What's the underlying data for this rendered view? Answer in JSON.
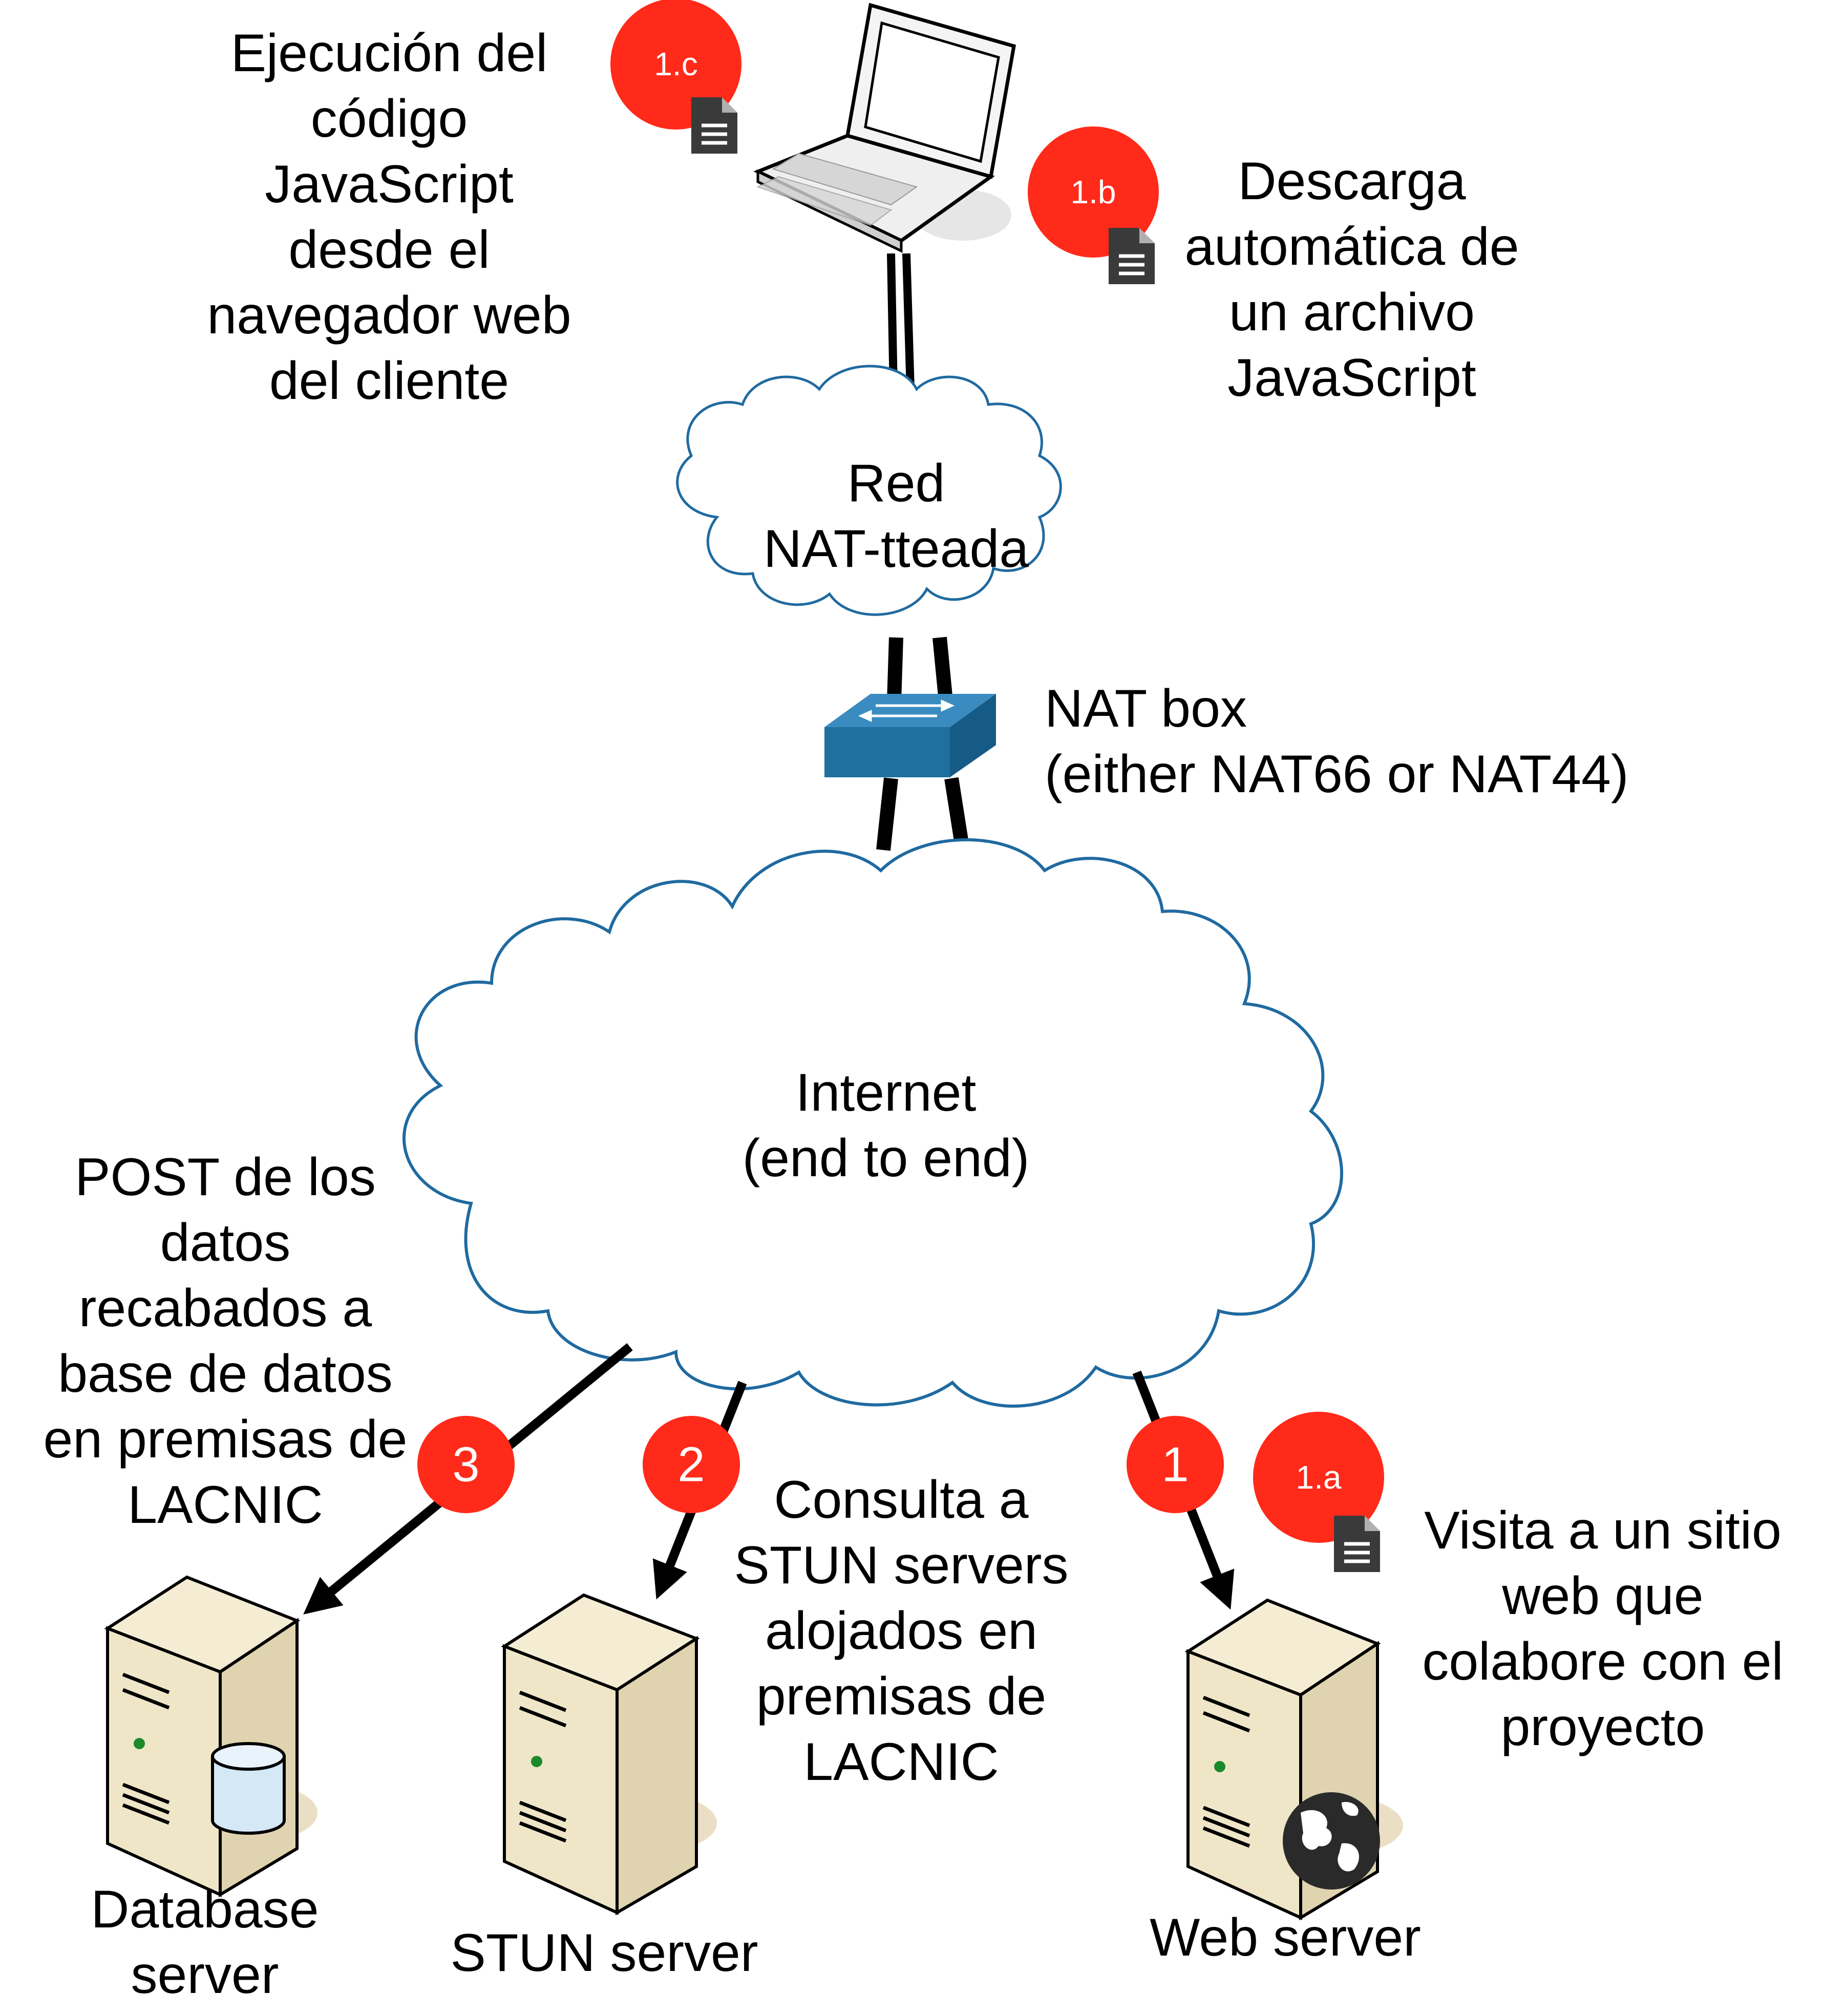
{
  "labels": {
    "exec_js": "Ejecución del\ncódigo\nJavaScript\ndesde el\nnavegador web\ndel cliente",
    "download_js": "Descarga\nautomática de\nun archivo\nJavaScript",
    "nat_net": "Red\nNAT-tteada",
    "nat_box": "NAT box\n(either NAT66 or NAT44)",
    "internet": "Internet\n(end to end)",
    "post": "POST de los\ndatos\nrecabados a\nbase de datos\nen premisas de\nLACNIC",
    "stun_query": "Consulta a\nSTUN servers\nalojados en\npremisas de\nLACNIC",
    "visit": "Visita a un sitio\nweb que\ncolabore con el\nproyecto",
    "db_server": "Database\nserver",
    "stun_server": "STUN server",
    "web_server": "Web server"
  },
  "badges": {
    "b1c": "1.c",
    "b1b": "1.b",
    "b1a": "1.a",
    "b3": "3",
    "b2": "2",
    "b1": "1"
  },
  "colors": {
    "badge": "#ff2a1a",
    "cloud_stroke": "#1f6aa0",
    "switch": "#1f6f9f",
    "server_body": "#efe6c8",
    "doc_icon": "#3a3a3a"
  }
}
